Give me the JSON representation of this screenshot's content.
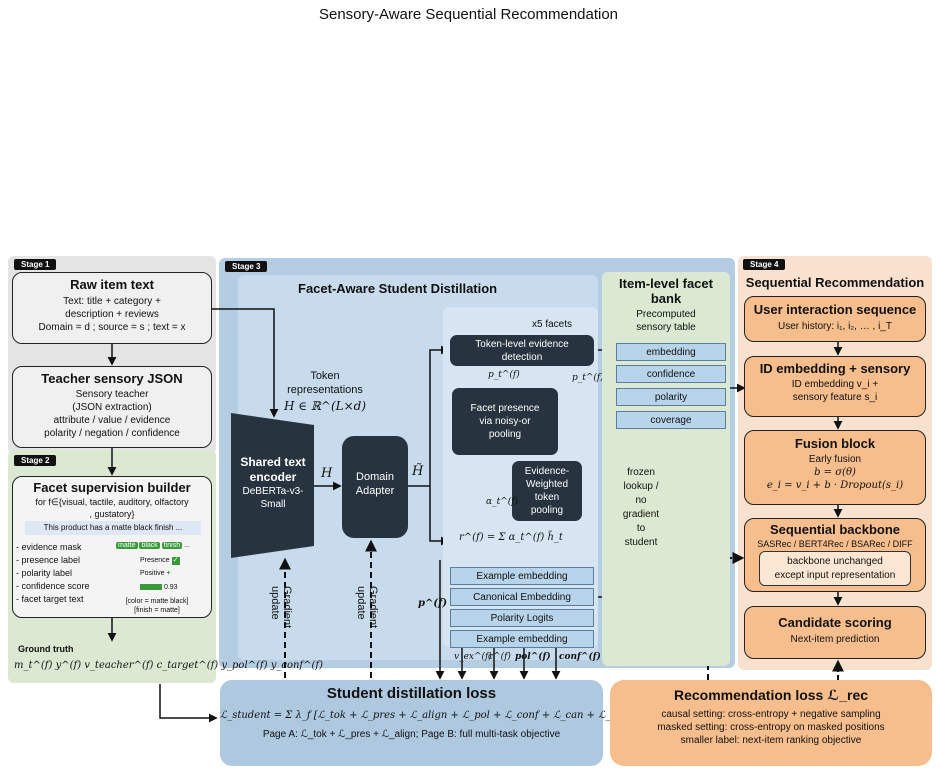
{
  "title": "Sensory-Aware Sequential Recommendation",
  "stage1": {
    "tag": "Stage 1",
    "raw": {
      "title": "Raw item text",
      "lines": [
        "Text: title + category +",
        "description + reviews",
        "Domain = d ; source = s ; text = x"
      ]
    },
    "teacher": {
      "title": "Teacher sensory JSON",
      "lines": [
        "Sensory teacher",
        "(JSON extraction)",
        "attribute / value / evidence",
        "polarity / negation / confidence"
      ]
    }
  },
  "stage2": {
    "tag": "Stage 2",
    "builder": {
      "title": "Facet supervision builder",
      "desc": [
        "for f∈{visual, tactile, auditory, olfactory",
        ", gustatory}"
      ],
      "example": "This product has a matte black finish ...",
      "items": [
        "- evidence mask",
        "- presence label",
        "- polarity label",
        "- confidence score",
        "- facet target text"
      ],
      "mask_tokens": [
        "matte",
        "black",
        "finish",
        "..."
      ],
      "presence": "Presence",
      "positive": "Positive",
      "plus": "+",
      "score": "0.93",
      "target": [
        "[color = matte black]",
        "[finish = matte]"
      ]
    },
    "ground_truth": "Ground truth",
    "gt_symbols": "m_t^(f)   y^(f)   v_teacher^(f)   c_target^(f)   y_pol^(f)   y_conf^(f)"
  },
  "stage3": {
    "tag": "Stage 3",
    "title": "Facet-Aware Student Distillation",
    "token_repr": [
      "Token",
      "representations"
    ],
    "token_math": "H ∈ ℝ^(L×d)",
    "encoder": {
      "title": [
        "Shared text",
        "encoder"
      ],
      "sub": [
        "DeBERTa-v3-",
        "Small"
      ]
    },
    "h": "H",
    "adapter": [
      "Domain",
      "Adapter"
    ],
    "h_tilde": "H̃",
    "facets": "x5 facets",
    "token_evidence": [
      "Token-level evidence",
      "detection"
    ],
    "p_label": "p_t^(f)",
    "presence_box": [
      "Facet presence",
      "via noisy-or",
      "pooling"
    ],
    "pooling_box": [
      "Evidence-",
      "Weighted",
      "token",
      "pooling"
    ],
    "alpha": "α_t^(f)",
    "r_formula": "r^(f) = Σ α_t^(f) h̃_t",
    "heads": [
      "Example embedding",
      "Canonical Embedding",
      "Polarity Logits",
      "Example embedding"
    ],
    "p_vec": "p^(f)",
    "outputs": [
      "v_ex^(f)",
      "c^(f)",
      "pol^(f)",
      "conf^(f)"
    ],
    "gradient": [
      "Gradient",
      "update"
    ],
    "bank": {
      "title": [
        "Item-level facet",
        "bank"
      ],
      "sub": [
        "Precomputed",
        "sensory table"
      ],
      "fields": [
        "embedding",
        "confidence",
        "polarity",
        "coverage"
      ],
      "frozen": [
        "frozen",
        "lookup /",
        "no",
        "gradient",
        "to",
        "student"
      ]
    },
    "loss": {
      "title": "Student distillation loss",
      "formula": "ℒ_student = Σ λ_f [ℒ_tok + ℒ_pres + ℒ_align + ℒ_pol + ℒ_conf + ℒ_can + ℒ_nce]",
      "pages": "Page A: ℒ_tok + ℒ_pres + ℒ_align;  Page B: full multi-task objective"
    }
  },
  "stage4": {
    "tag": "Stage 4",
    "title": "Sequential Recommendation",
    "user": {
      "title": "User interaction sequence",
      "sub": "User history: i₁, i₂, … , i_T"
    },
    "idemb": {
      "title": "ID embedding + sensory",
      "lines": [
        "ID embedding v_i +",
        "sensory feature s_i"
      ]
    },
    "fusion": {
      "title": "Fusion block",
      "lines": [
        "Early fusion",
        "b = σ(θ)",
        "e_i = v_i + b · Dropout(s_i)"
      ]
    },
    "backbone": {
      "title": "Sequential backbone",
      "sub": "SASRec / BERT4Rec / BSARec / DIFF",
      "inner": [
        "backbone unchanged",
        "except input representation"
      ]
    },
    "scoring": {
      "title": "Candidate scoring",
      "sub": "Next-item prediction"
    },
    "loss": {
      "title": "Recommendation loss ℒ_rec",
      "lines": [
        "causal setting: cross-entropy + negative sampling",
        "masked setting: cross-entropy on masked positions",
        "smaller label: next-item ranking objective"
      ]
    }
  },
  "colors": {
    "stage1": "#e4e4e4",
    "stage2": "#dbe8d2",
    "stage3": "#b5cde3",
    "stage4": "#f8e2cf",
    "dark": "#27343f",
    "orange": "#f6be8c"
  }
}
